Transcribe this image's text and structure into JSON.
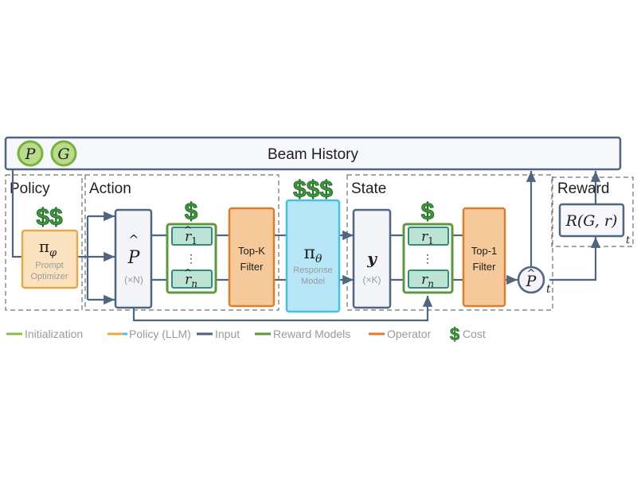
{
  "beam_history": {
    "label": "Beam History",
    "badges": [
      "P",
      "G"
    ]
  },
  "sections": {
    "policy": "Policy",
    "action": "Action",
    "state": "State",
    "reward": "Reward"
  },
  "costs": {
    "policy": "$$",
    "action": "$",
    "response": "$$$",
    "state": "$"
  },
  "policy_box": {
    "symbol": "π",
    "subscript": "φ",
    "line1": "Prompt",
    "line2": "Optimizer"
  },
  "action_node": {
    "symbol": "P",
    "hat": "^",
    "multiplier": "(×N)"
  },
  "action_rewards": {
    "top": {
      "symbol": "r",
      "hat": "^",
      "sub": "1"
    },
    "dots": "⋮",
    "bottom": {
      "symbol": "r",
      "hat": "^",
      "sub": "n"
    }
  },
  "topk": {
    "line1": "Top-K",
    "line2": "Filter"
  },
  "response_model": {
    "symbol": "π",
    "subscript": "θ",
    "line1": "Response",
    "line2": "Model"
  },
  "state_node": {
    "symbol": "y",
    "multiplier": "(×K)"
  },
  "state_rewards": {
    "top": {
      "symbol": "r",
      "sub": "1"
    },
    "dots": "⋮",
    "bottom": {
      "symbol": "r",
      "sub": "n"
    }
  },
  "top1": {
    "line1": "Top-1",
    "line2": "Filter"
  },
  "output_node": {
    "symbol": "P",
    "hat": "^",
    "sub": "t"
  },
  "reward_box": {
    "formula": "R(G, r)",
    "sub": "t"
  },
  "legend": [
    {
      "label": "Initialization",
      "color": "#8cbf4a"
    },
    {
      "label": "Policy (LLM)",
      "color": "#e9a94a"
    },
    {
      "label": "Input",
      "color": "#4a6280"
    },
    {
      "label": "Reward Models",
      "color": "#5a9a3a"
    },
    {
      "label": "Operator",
      "color": "#e07d2a"
    },
    {
      "label": "Cost",
      "color": "#3a9a3a",
      "symbol": "$"
    }
  ],
  "colors": {
    "navy": "#4f6580",
    "green": "#5a9a3a",
    "teal_fill": "#bde3d5",
    "teal_stroke": "#2f8f7a",
    "orange_fill": "#f5c99a",
    "orange_stroke": "#e07d2a",
    "policy_fill": "#fbe2bf",
    "policy_stroke": "#e9a94a",
    "response_fill": "#b7e7f6",
    "response_stroke": "#46c1e6",
    "badge_fill": "#b8dc8c",
    "badge_stroke": "#79b33a",
    "dollar": "#3a9a3a"
  }
}
